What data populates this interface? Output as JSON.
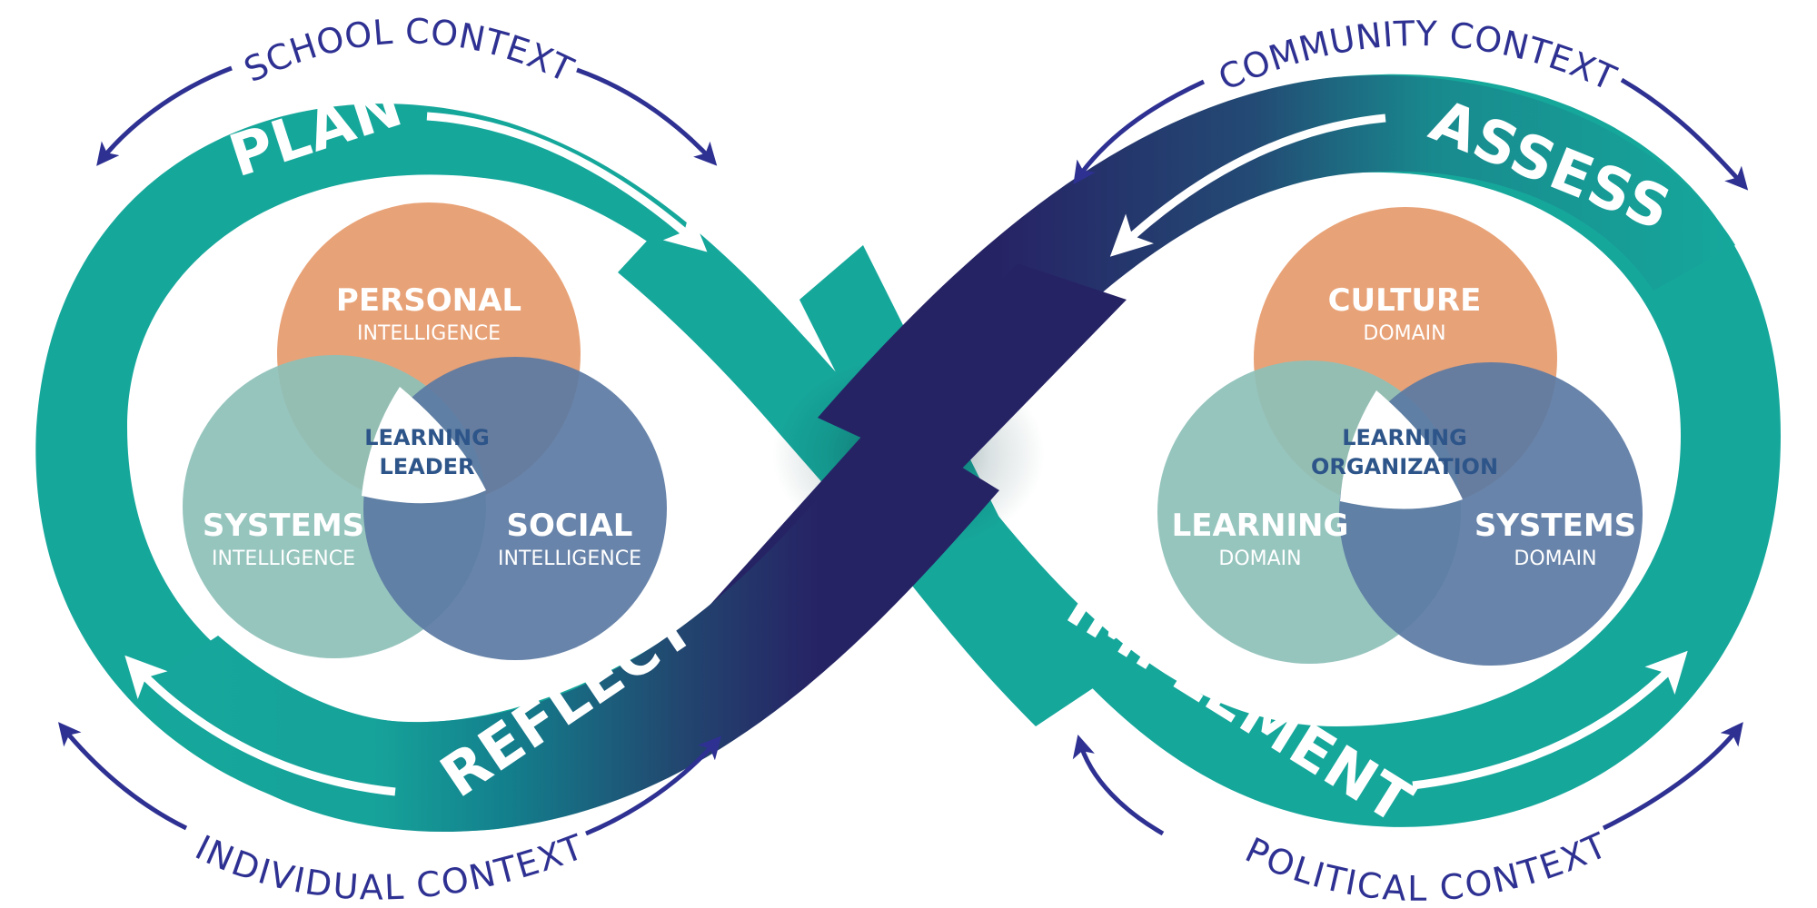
{
  "colors": {
    "teal": "#16a79b",
    "teal_dark": "#138f8d",
    "navy": "#262365",
    "context_arrow": "#2e3192",
    "orange": "#e8a277",
    "sage": "#8dc0b9",
    "slate": "#6482a8",
    "center_text": "#2d5589",
    "white": "#ffffff"
  },
  "contexts": {
    "top_left": "SCHOOL CONTEXT",
    "top_right": "COMMUNITY CONTEXT",
    "bottom_left": "INDIVIDUAL CONTEXT",
    "bottom_right": "POLITICAL CONTEXT"
  },
  "phases": {
    "plan": "PLAN",
    "assess": "ASSESS",
    "reflect": "REFLECT",
    "implement": "IMPLEMENT"
  },
  "left_venn": {
    "top": {
      "title": "PERSONAL",
      "subtitle": "INTELLIGENCE"
    },
    "left": {
      "title": "SYSTEMS",
      "subtitle": "INTELLIGENCE"
    },
    "right": {
      "title": "SOCIAL",
      "subtitle": "INTELLIGENCE"
    },
    "center": {
      "line1": "LEARNING",
      "line2": "LEADER"
    }
  },
  "right_venn": {
    "top": {
      "title": "CULTURE",
      "subtitle": "DOMAIN"
    },
    "left": {
      "title": "LEARNING",
      "subtitle": "DOMAIN"
    },
    "right": {
      "title": "SYSTEMS",
      "subtitle": "DOMAIN"
    },
    "center": {
      "line1": "LEARNING",
      "line2": "ORGANIZATION"
    }
  }
}
